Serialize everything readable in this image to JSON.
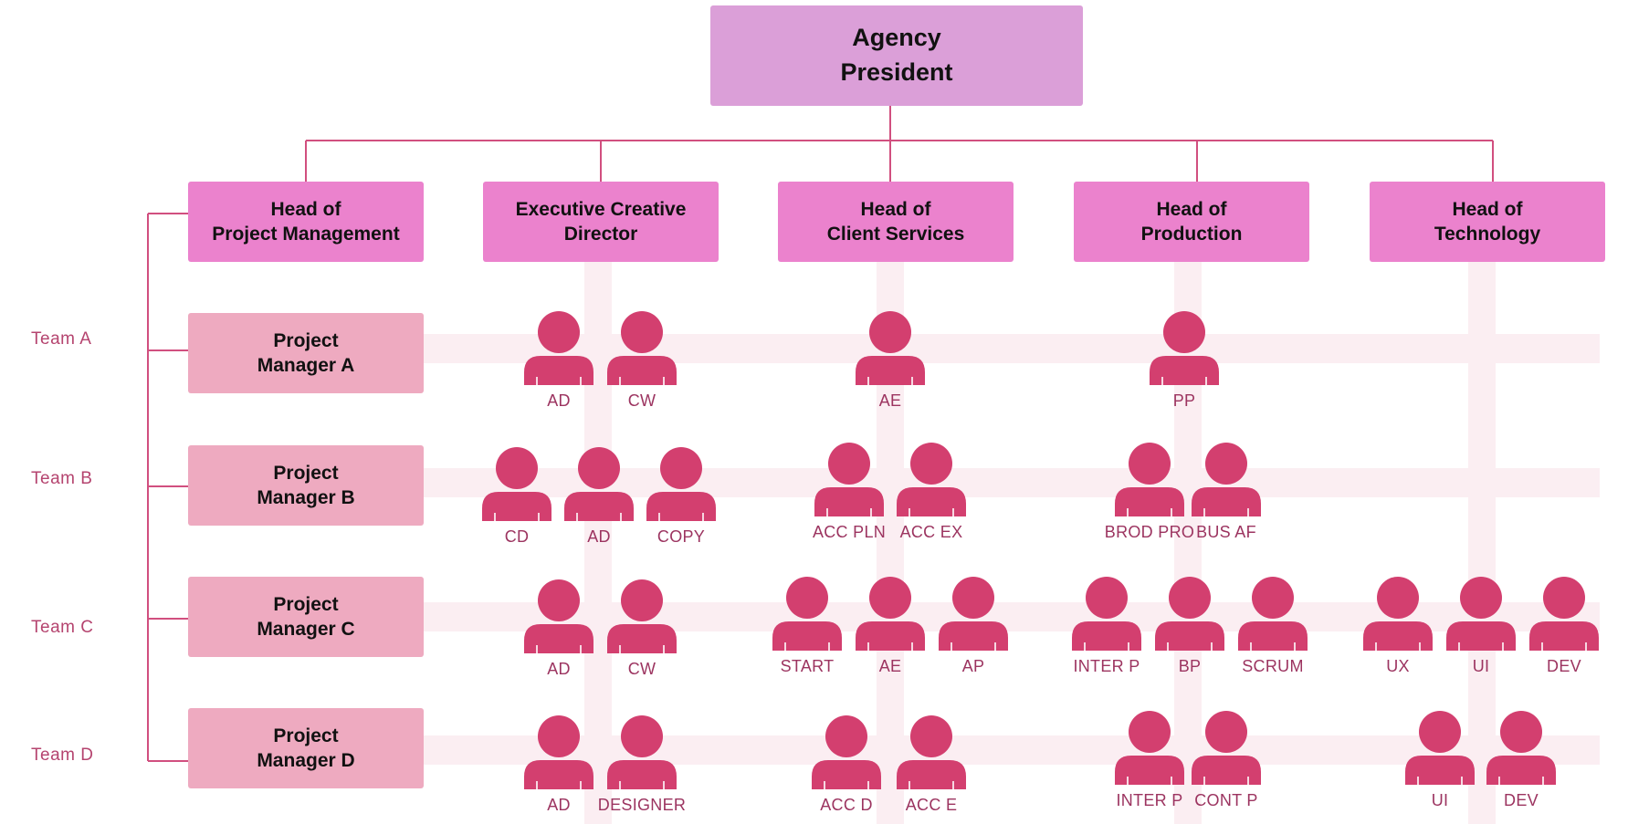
{
  "president": {
    "line1": "Agency",
    "line2": "President"
  },
  "heads": [
    {
      "line1": "Head of",
      "line2": "Project Management"
    },
    {
      "line1": "Executive Creative",
      "line2": "Director"
    },
    {
      "line1": "Head of",
      "line2": "Client Services"
    },
    {
      "line1": "Head of",
      "line2": "Production"
    },
    {
      "line1": "Head of",
      "line2": "Technology"
    }
  ],
  "teams": [
    {
      "label": "Team A",
      "pm_line1": "Project",
      "pm_line2": "Manager A"
    },
    {
      "label": "Team B",
      "pm_line1": "Project",
      "pm_line2": "Manager B"
    },
    {
      "label": "Team C",
      "pm_line1": "Project",
      "pm_line2": "Manager C"
    },
    {
      "label": "Team D",
      "pm_line1": "Project",
      "pm_line2": "Manager D"
    }
  ],
  "roles": {
    "team_a": {
      "creative": [
        "AD",
        "CW"
      ],
      "client_services": [
        "AE"
      ],
      "production": [
        "PP"
      ],
      "technology": []
    },
    "team_b": {
      "creative": [
        "CD",
        "AD",
        "COPY"
      ],
      "client_services": [
        "ACC PLN",
        "ACC EX"
      ],
      "production": [
        "BROD PRO",
        "BUS AF"
      ],
      "technology": []
    },
    "team_c": {
      "creative": [
        "AD",
        "CW"
      ],
      "client_services": [
        "START",
        "AE",
        "AP"
      ],
      "production": [
        "INTER P",
        "BP",
        "SCRUM"
      ],
      "technology": [
        "UX",
        "UI",
        "DEV"
      ]
    },
    "team_d": {
      "creative": [
        "AD",
        "DESIGNER"
      ],
      "client_services": [
        "ACC D",
        "ACC E"
      ],
      "production": [
        "INTER P",
        "CONT P"
      ],
      "technology": [
        "UI",
        "DEV"
      ]
    }
  },
  "colors": {
    "president_fill": "#db9fd8",
    "head_fill": "#eb82cd",
    "pm_fill": "#eeaac0",
    "person_icon": "#d33f6f",
    "connector": "#d14f7f",
    "grid_band": "#fbeef2",
    "team_label": "#b5446f"
  }
}
